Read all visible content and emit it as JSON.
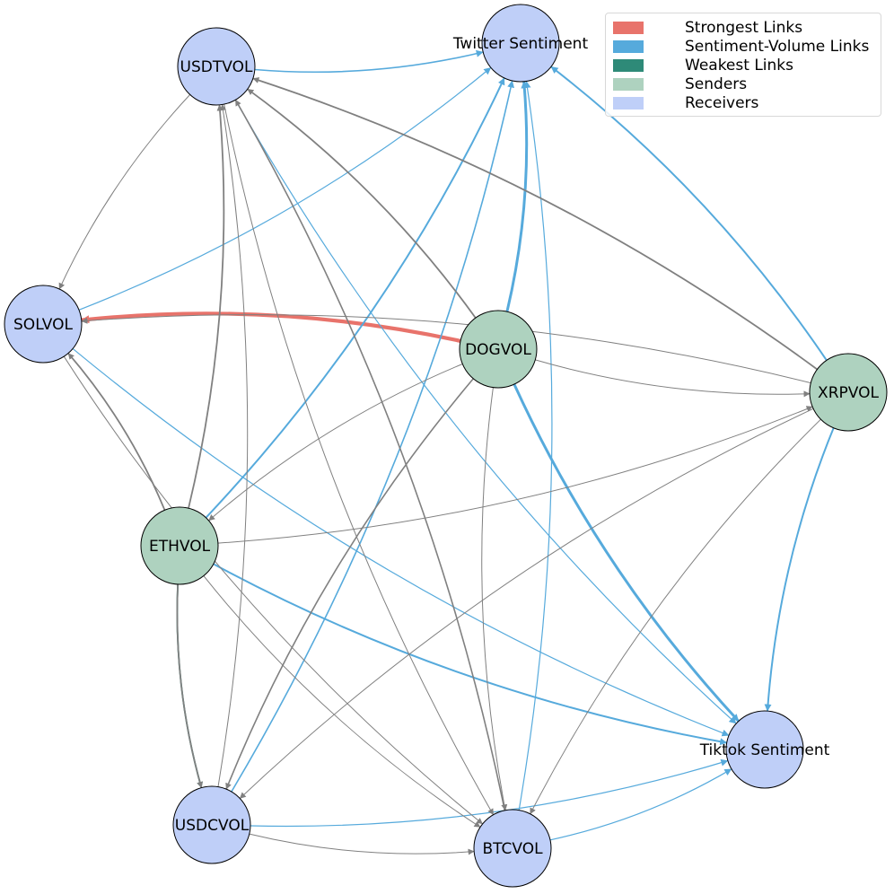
{
  "colors": {
    "strongest": "#e8736b",
    "sentiment_volume": "#56aadc",
    "weakest": "#2e8a78",
    "regular": "#808080",
    "sender_fill": "#aed2bf",
    "receiver_fill": "#bfcff8",
    "node_stroke": "#000000"
  },
  "legend": [
    {
      "label": "Strongest Links",
      "color": "#e8736b"
    },
    {
      "label": "Sentiment-Volume Links",
      "color": "#56aadc"
    },
    {
      "label": "Weakest Links",
      "color": "#2e8a78"
    },
    {
      "label": "Senders",
      "color": "#aed2bf"
    },
    {
      "label": "Receivers",
      "color": "#bfcff8"
    }
  ],
  "nodes": [
    {
      "id": "twitter",
      "label": "Twitter Sentiment",
      "role": "receiver"
    },
    {
      "id": "usdt",
      "label": "USDTVOL",
      "role": "receiver"
    },
    {
      "id": "sol",
      "label": "SOLVOL",
      "role": "receiver"
    },
    {
      "id": "dog",
      "label": "DOGVOL",
      "role": "sender"
    },
    {
      "id": "xrp",
      "label": "XRPVOL",
      "role": "sender"
    },
    {
      "id": "eth",
      "label": "ETHVOL",
      "role": "sender"
    },
    {
      "id": "tiktok",
      "label": "Tiktok Sentiment",
      "role": "receiver"
    },
    {
      "id": "usdc",
      "label": "USDCVOL",
      "role": "receiver"
    },
    {
      "id": "btc",
      "label": "BTCVOL",
      "role": "receiver"
    }
  ],
  "edges": [
    {
      "from": "dog",
      "to": "sol",
      "type": "strongest"
    },
    {
      "from": "dog",
      "to": "twitter",
      "type": "sentiment_volume"
    },
    {
      "from": "dog",
      "to": "tiktok",
      "type": "sentiment_volume"
    },
    {
      "from": "eth",
      "to": "twitter",
      "type": "sentiment_volume"
    },
    {
      "from": "eth",
      "to": "tiktok",
      "type": "sentiment_volume"
    },
    {
      "from": "xrp",
      "to": "twitter",
      "type": "sentiment_volume"
    },
    {
      "from": "xrp",
      "to": "tiktok",
      "type": "sentiment_volume"
    },
    {
      "from": "usdt",
      "to": "twitter",
      "type": "sentiment_volume"
    },
    {
      "from": "sol",
      "to": "twitter",
      "type": "sentiment_volume"
    },
    {
      "from": "usdc",
      "to": "twitter",
      "type": "sentiment_volume"
    },
    {
      "from": "btc",
      "to": "twitter",
      "type": "sentiment_volume"
    },
    {
      "from": "usdt",
      "to": "tiktok",
      "type": "sentiment_volume"
    },
    {
      "from": "sol",
      "to": "tiktok",
      "type": "sentiment_volume"
    },
    {
      "from": "usdc",
      "to": "tiktok",
      "type": "sentiment_volume"
    },
    {
      "from": "btc",
      "to": "tiktok",
      "type": "sentiment_volume"
    },
    {
      "from": "eth",
      "to": "usdc",
      "type": "weakest"
    },
    {
      "from": "dog",
      "to": "usdt",
      "type": "regular"
    },
    {
      "from": "xrp",
      "to": "usdt",
      "type": "regular"
    },
    {
      "from": "eth",
      "to": "usdt",
      "type": "regular"
    },
    {
      "from": "eth",
      "to": "sol",
      "type": "regular"
    },
    {
      "from": "eth",
      "to": "xrp",
      "type": "regular"
    },
    {
      "from": "eth",
      "to": "usdc",
      "type": "regular"
    },
    {
      "from": "eth",
      "to": "btc",
      "type": "regular"
    },
    {
      "from": "dog",
      "to": "xrp",
      "type": "regular"
    },
    {
      "from": "dog",
      "to": "usdc",
      "type": "regular"
    },
    {
      "from": "dog",
      "to": "eth",
      "type": "regular"
    },
    {
      "from": "dog",
      "to": "btc",
      "type": "regular"
    },
    {
      "from": "xrp",
      "to": "sol",
      "type": "regular"
    },
    {
      "from": "xrp",
      "to": "usdc",
      "type": "regular"
    },
    {
      "from": "xrp",
      "to": "btc",
      "type": "regular"
    },
    {
      "from": "usdt",
      "to": "sol",
      "type": "regular"
    },
    {
      "from": "usdt",
      "to": "btc",
      "type": "regular"
    },
    {
      "from": "btc",
      "to": "usdt",
      "type": "regular"
    },
    {
      "from": "usdc",
      "to": "usdt",
      "type": "regular"
    },
    {
      "from": "sol",
      "to": "btc",
      "type": "regular"
    },
    {
      "from": "usdc",
      "to": "btc",
      "type": "regular"
    }
  ]
}
